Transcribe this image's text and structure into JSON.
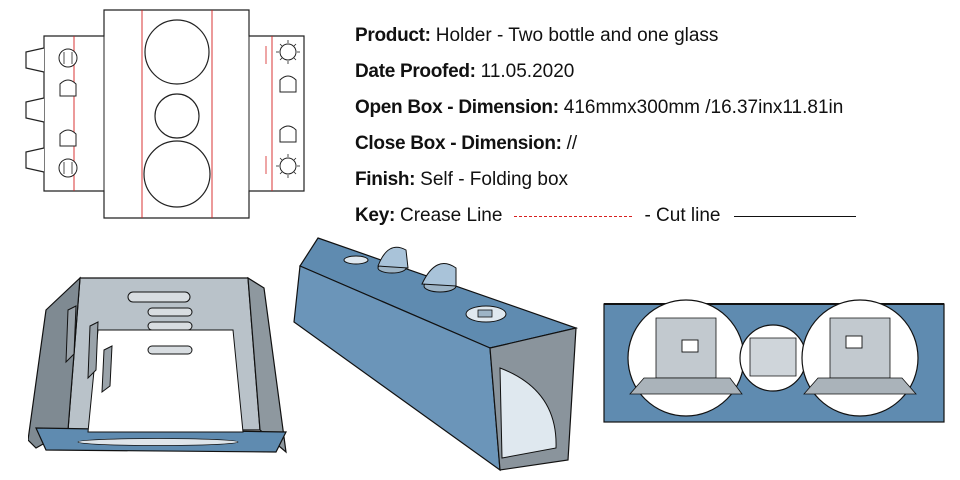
{
  "specs": {
    "product": {
      "label": "Product:",
      "value": "Holder - Two bottle and one glass"
    },
    "date_proofed": {
      "label": "Date Proofed:",
      "value": "11.05.2020"
    },
    "open_box": {
      "label": "Open Box - Dimension:",
      "value": "416mmx300mm /16.37inx11.81in"
    },
    "close_box": {
      "label": "Close Box - Dimension:",
      "value": "//"
    },
    "finish": {
      "label": "Finish:",
      "value": "Self - Folding box"
    },
    "key": {
      "label": "Key:",
      "crease": "Crease Line",
      "cut": "- Cut line"
    }
  },
  "colors": {
    "crease": "#d62020",
    "cut": "#111111",
    "board_blue": "#5f8bb0",
    "board_light": "#9db4c6",
    "board_gray": "#8a949c",
    "board_dark": "#6e767d"
  }
}
